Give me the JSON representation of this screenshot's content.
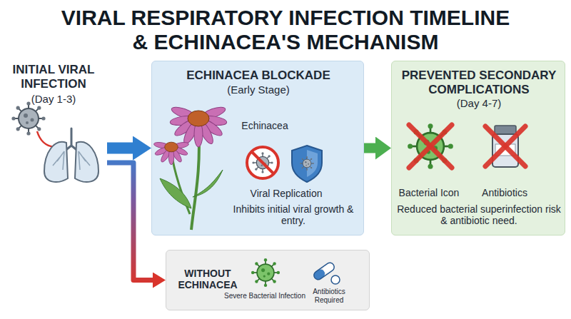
{
  "diagram": {
    "title": "VIRAL RESPIRATORY INFECTION TIMELINE & ECHINACEA'S MECHANISM",
    "nodes": [
      {
        "text": [
          "INITIAL VIRAL INFECTION",
          "(Day 1-3)"
        ]
      },
      {
        "text": [
          "ECHINACEA BLOCKADE",
          "(Early Stage)",
          "Echinacea",
          "Viral Replication",
          "Inhibits initial viral growth & entry."
        ]
      },
      {
        "text": [
          "PREVENTED SECONDARY COMPLICATIONS",
          "(Day 4-7)",
          "Bacterial Icon",
          "Antibiotics",
          "Reduced bacterial superinfection risk & antibiotic need."
        ]
      },
      {
        "text": [
          "WITHOUT ECHINACEA",
          "Severe Bacterial Infection",
          "Antibiotics Required"
        ]
      }
    ],
    "edges": [
      {
        "from": 0,
        "to": 1,
        "arrow": "to"
      },
      {
        "from": 1,
        "to": 2,
        "arrow": "to"
      },
      {
        "from": 0,
        "to": 3,
        "arrow": "to"
      }
    ]
  }
}
